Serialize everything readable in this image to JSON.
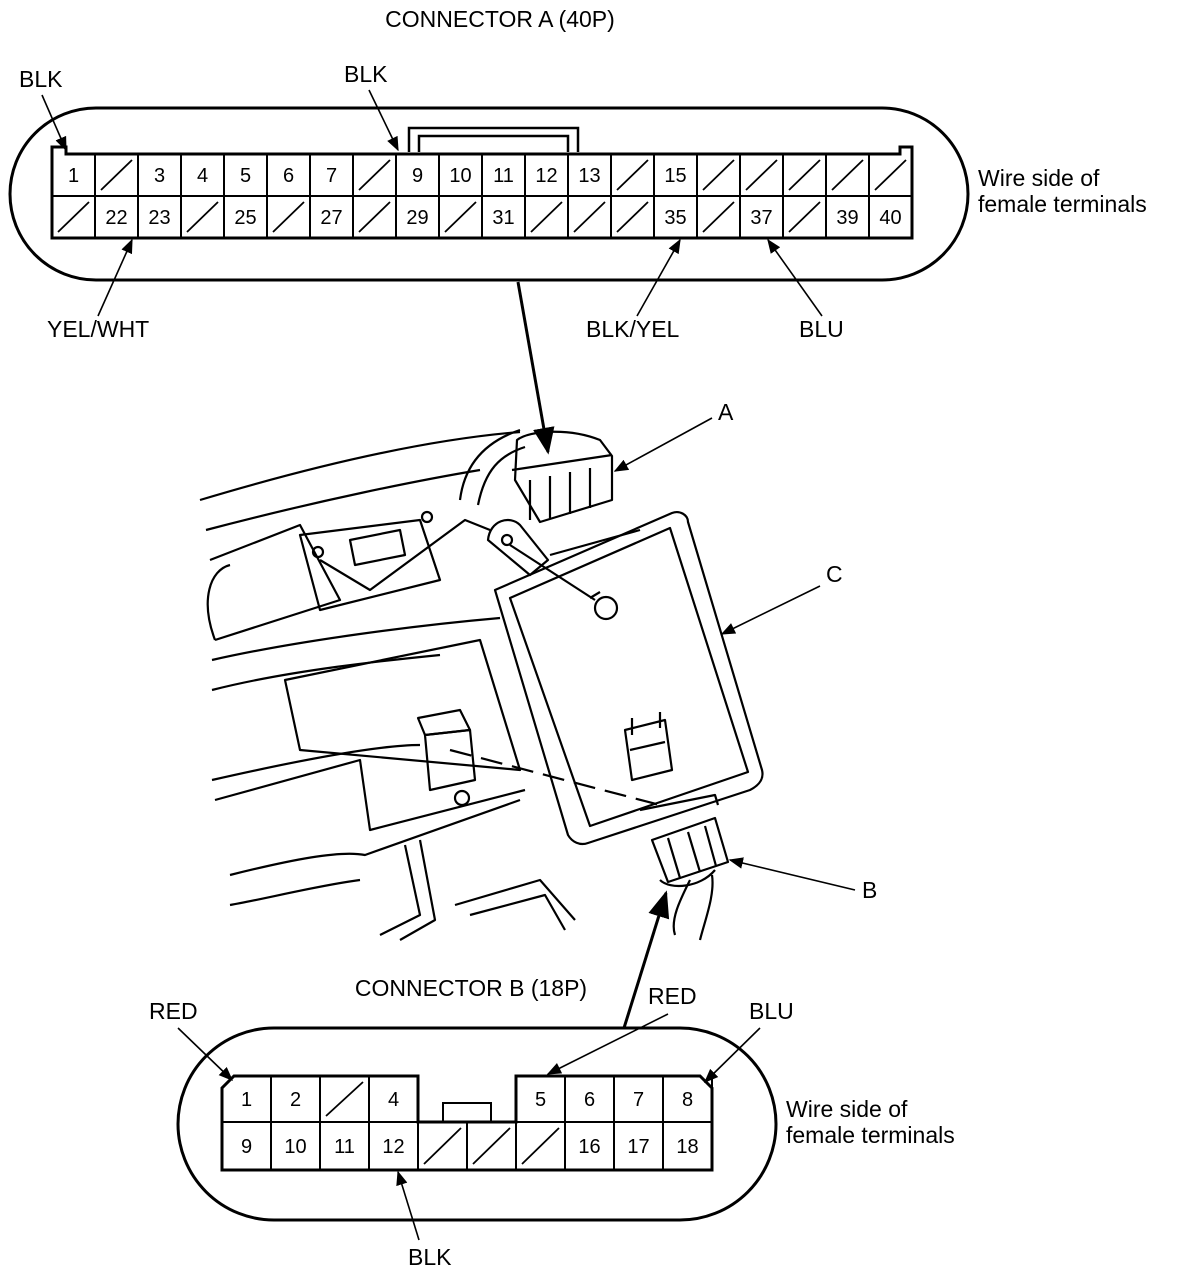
{
  "connector_a": {
    "title": "CONNECTOR A (40P)",
    "side_note_line1": "Wire side of",
    "side_note_line2": "female terminals",
    "row1": [
      "1",
      "",
      "3",
      "4",
      "5",
      "6",
      "7",
      "",
      "9",
      "10",
      "11",
      "12",
      "13",
      "",
      "15",
      "",
      "",
      "",
      "",
      ""
    ],
    "row2": [
      "",
      "22",
      "23",
      "",
      "25",
      "",
      "27",
      "",
      "29",
      "",
      "31",
      "",
      "",
      "",
      "35",
      "",
      "37",
      "",
      "39",
      "40"
    ],
    "wires": {
      "pin1": "BLK",
      "pin9": "BLK",
      "pin22": "YEL/WHT",
      "pin35": "BLK/YEL",
      "pin37": "BLU"
    }
  },
  "connector_b": {
    "title": "CONNECTOR B (18P)",
    "side_note_line1": "Wire side of",
    "side_note_line2": "female terminals",
    "row1": [
      "1",
      "2",
      "",
      "4",
      "5",
      "6",
      "7",
      "8"
    ],
    "row2": [
      "9",
      "10",
      "11",
      "12",
      "",
      "",
      "",
      "16",
      "17",
      "18"
    ],
    "wires": {
      "pin1": "RED",
      "pin5": "RED",
      "pin8": "BLU",
      "pin12": "BLK"
    }
  },
  "callouts": {
    "a": "A",
    "b": "B",
    "c": "C"
  }
}
